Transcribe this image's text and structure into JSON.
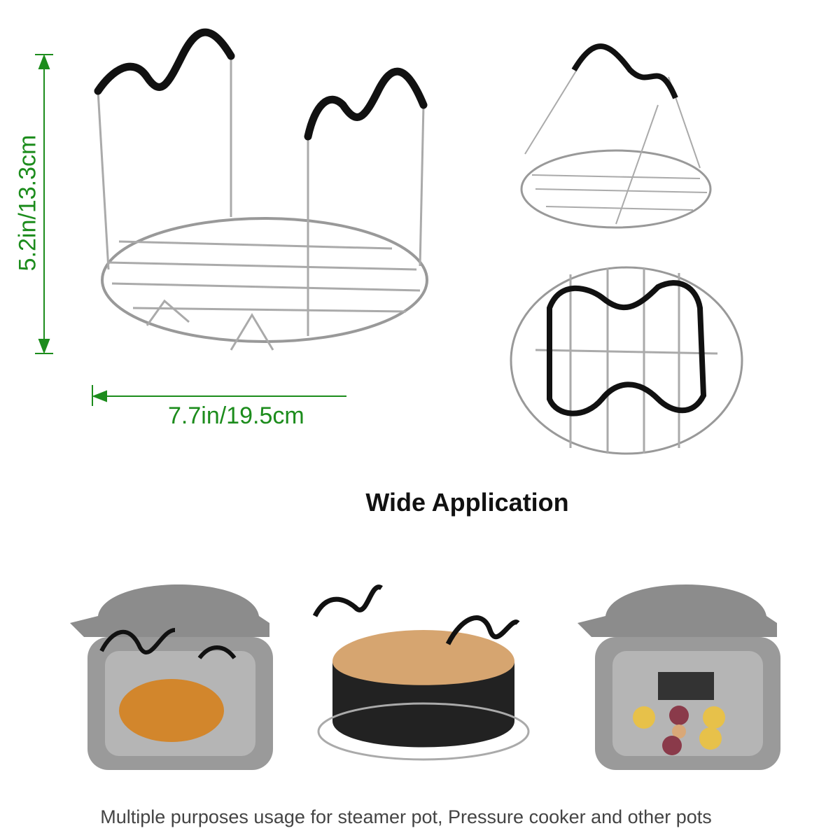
{
  "dimensions": {
    "height_label": "5.2in/13.3cm",
    "width_label": "7.7in/19.5cm",
    "color": "#1c8c1c"
  },
  "heading": "Wide Application",
  "caption": "Multiple purposes usage for steamer pot, Pressure cooker and other pots",
  "icons": [
    "rack-with-handles",
    "folded-rack",
    "rack-top-view",
    "pressure-cooker-chicken",
    "springform-cake-pan",
    "pressure-cooker-corn"
  ]
}
